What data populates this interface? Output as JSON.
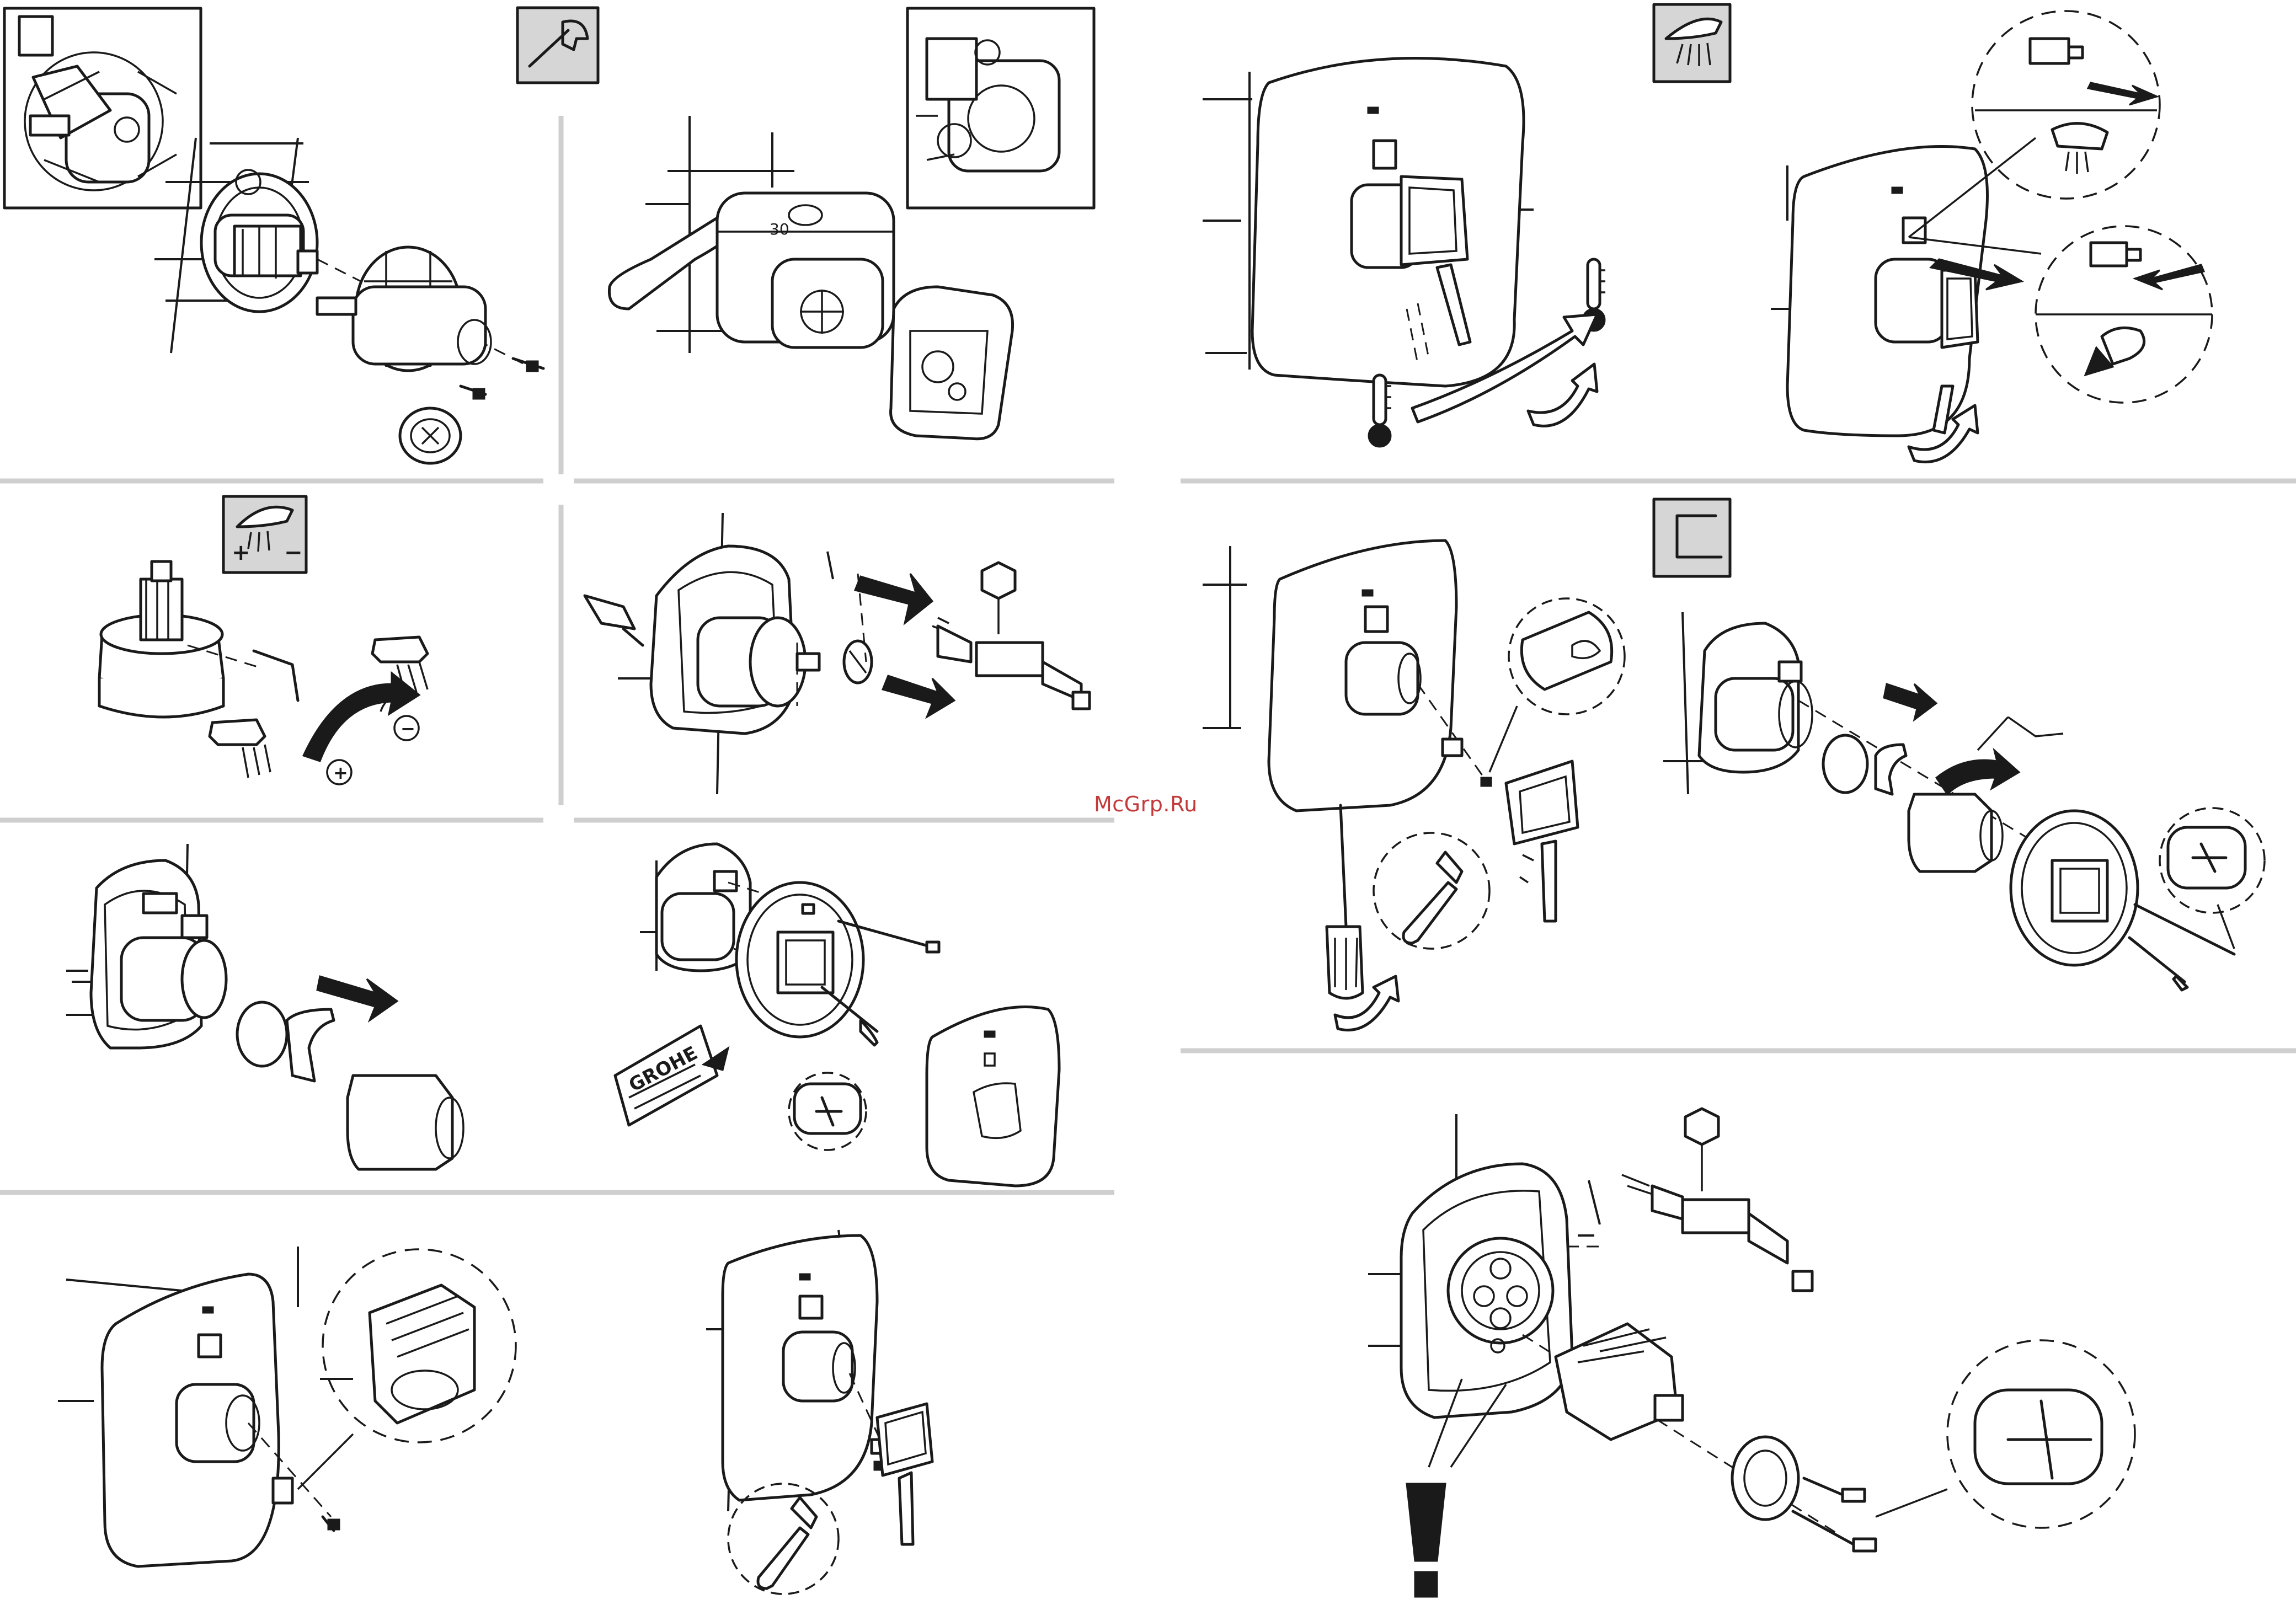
{
  "watermark": "McGrp.Ru",
  "brand_logo_text": "GROHE",
  "thermometer_scale_text": "30",
  "temperature_adjust_signs": {
    "plus": "+",
    "minus": "−"
  },
  "symbols": {
    "wrench": "wrench-icon",
    "shower_head": "shower-head-icon",
    "thermostat_adjust": "thermostat-plus-minus-icon",
    "hex_key": "hex-key-icon",
    "hex_socket": "hex-size-icon",
    "warning": "exclamation-warning-icon"
  },
  "colors": {
    "line": "#1a1a1a",
    "icon_box": "#cccccc",
    "divider": "#cfcfcf",
    "watermark": "#c33a3a"
  }
}
